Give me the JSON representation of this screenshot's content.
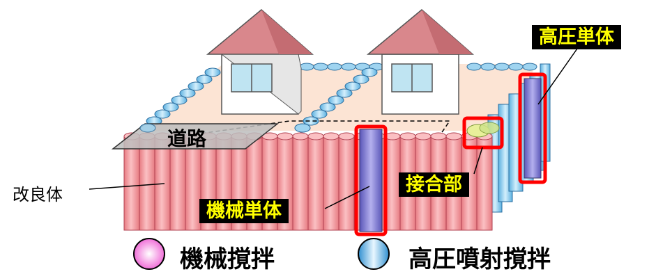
{
  "labels": {
    "high_pressure_unit": "高圧単体",
    "mechanical_unit": "機械単体",
    "joint_part": "接合部",
    "road": "道路",
    "improved_body": "改良体"
  },
  "legend": {
    "mechanical": "機械撹拌",
    "high_pressure": "高圧噴射撹拌"
  },
  "colors": {
    "mechanical_column": "#f49a9f",
    "high_pressure_column": "#9fd4f0",
    "surface": "#fce4d4",
    "road": "#b8b8b8",
    "roof": "#d9878c",
    "window": "#bfe4f2",
    "highlight_frame": "#ff0000",
    "unit_column": "#8a86d0",
    "joint_fill": "#e8f09a"
  }
}
